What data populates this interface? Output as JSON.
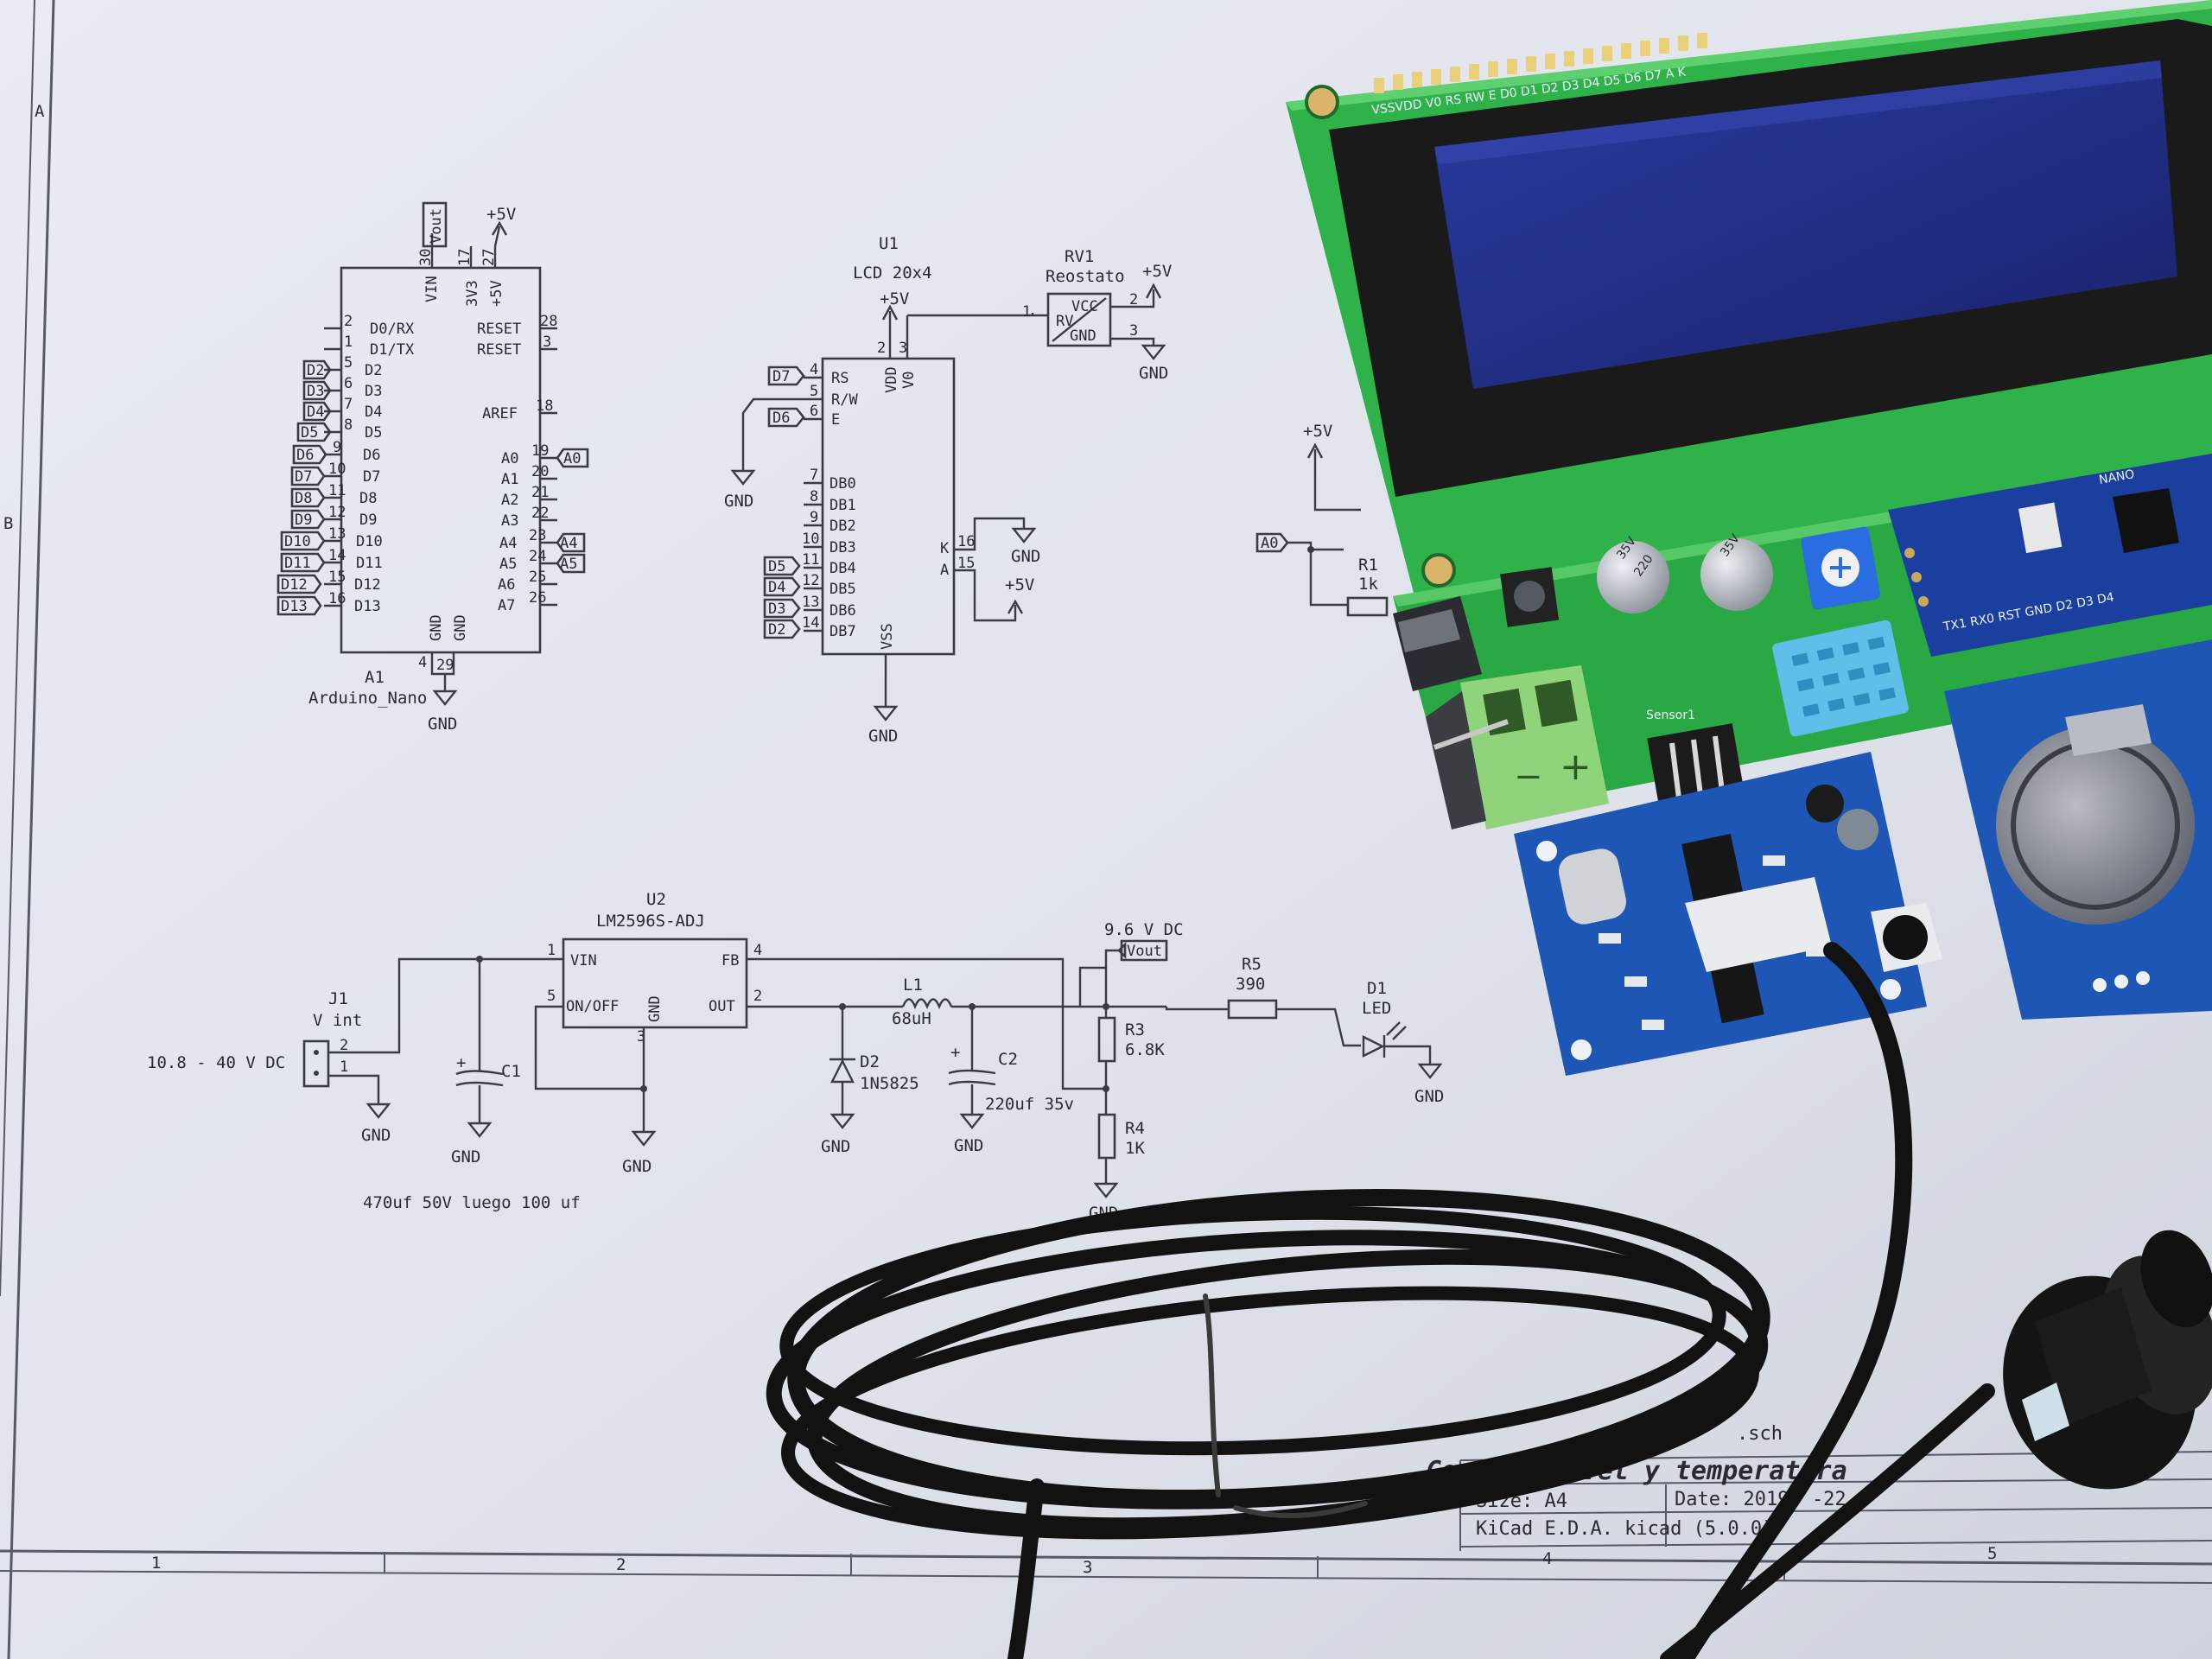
{
  "schematic": {
    "arduino": {
      "ref": "A1",
      "name": "Arduino_Nano",
      "top_pins": [
        "VIN",
        "3V3",
        "+5V"
      ],
      "top_pin_numbers": [
        "30",
        "17",
        "27"
      ],
      "vout_label": "Vout",
      "supply": "+5V",
      "left_pins": [
        "D0/RX",
        "D1/TX",
        "D2",
        "D3",
        "D4",
        "D5",
        "D6",
        "D7",
        "D8",
        "D9",
        "D10",
        "D11",
        "D12",
        "D13"
      ],
      "left_pin_numbers": [
        "2",
        "1",
        "5",
        "6",
        "7",
        "8",
        "9",
        "10",
        "11",
        "12",
        "13",
        "14",
        "15",
        "16"
      ],
      "left_net_tags": [
        "D2",
        "D3",
        "D4",
        "D5",
        "D6",
        "D7",
        "D8",
        "D9",
        "D10",
        "D11",
        "D12",
        "D13"
      ],
      "right_pins": [
        "RESET",
        "RESET",
        "AREF",
        "A0",
        "A1",
        "A2",
        "A3",
        "A4",
        "A5",
        "A6",
        "A7"
      ],
      "right_pin_numbers": [
        "28",
        "3",
        "18",
        "19",
        "20",
        "21",
        "22",
        "23",
        "24",
        "25",
        "26"
      ],
      "right_net_tags": [
        "A0",
        "A4",
        "A5"
      ],
      "bottom_pins": [
        "GND",
        "GND"
      ],
      "bottom_pin_numbers": [
        "4",
        "29"
      ],
      "gnd": "GND"
    },
    "lcd": {
      "ref": "U1",
      "name": "LCD 20x4",
      "supply": "+5V",
      "top_pins": [
        "VDD",
        "V0"
      ],
      "top_pin_numbers": [
        "2",
        "3"
      ],
      "left_pins": [
        "RS",
        "R/W",
        "E",
        "DB0",
        "DB1",
        "DB2",
        "DB3",
        "DB4",
        "DB5",
        "DB6",
        "DB7"
      ],
      "left_pin_numbers": [
        "4",
        "5",
        "6",
        "7",
        "8",
        "9",
        "10",
        "11",
        "12",
        "13",
        "14"
      ],
      "left_net_tags": [
        "D7",
        "D6",
        "D5",
        "D4",
        "D3",
        "D2"
      ],
      "right_pins": [
        "K",
        "A"
      ],
      "right_pin_numbers": [
        "16",
        "15"
      ],
      "bottom_pin": "VSS",
      "gnd": "GND",
      "backlight_supply": "+5V"
    },
    "rv1": {
      "ref": "RV1",
      "name": "Reostato",
      "pins": [
        "VCC",
        "RV",
        "GND"
      ],
      "pin_numbers": [
        "1",
        "2",
        "3"
      ],
      "supply": "+5V",
      "gnd": "GND"
    },
    "regulator": {
      "ref": "U2",
      "name": "LM2596S-ADJ",
      "pins": [
        "VIN",
        "FB",
        "ON/OFF",
        "OUT",
        "GND"
      ],
      "pin_numbers": [
        "1",
        "4",
        "5",
        "2",
        "3"
      ],
      "j1_ref": "J1",
      "j1_name": "V int",
      "input_range": "10.8 - 40 V DC",
      "c1": "C1",
      "c1_note": "470uf 50V luego 100 uf",
      "l1": "L1",
      "l1_value": "68uH",
      "d2": "D2",
      "d2_value": "1N5825",
      "c2": "C2",
      "c2_value": "220uf 35v",
      "output_voltage": "9.6 V DC",
      "vout_tag": "Vout",
      "r3": "R3",
      "r3_value": "6.8K",
      "r4": "R4",
      "r4_value": "1K",
      "r5": "R5",
      "r5_value": "390",
      "d1": "D1",
      "d1_value": "LED",
      "gnd": "GND"
    },
    "partial": {
      "supply": "+5V",
      "a0_tag": "A0",
      "r1": "R1",
      "r1_value": "1k"
    },
    "title_block": {
      "title": "Control Nivel y temperatura",
      "size": "Size: A4",
      "date": "Date: 2019-  -22",
      "tool": "KiCad E.D.A.  kicad (5.0.0)",
      "file": ".sch",
      "columns": [
        "1",
        "2",
        "3",
        "4",
        "5"
      ],
      "rows": [
        "A",
        "B"
      ]
    }
  },
  "hardware": {
    "lcd_header_pins": "VSSVDD V0 RS RW E  D0 D1 D2 D3 D4 D5 D6 D7 A  K",
    "nano_label": "NANO",
    "nano_pins": "TX1 RX0 RST GND D2 D3 D4",
    "cap_rating": "35V",
    "cap_value": "220",
    "sensor_label": "Sensor1",
    "terminal_minus": "−",
    "terminal_plus": "+"
  },
  "colors": {
    "paper": "#e3e6ee",
    "ink": "#3b3b44",
    "pcb_green": "#2fb24a",
    "lcd_blue": "#1f2f8a",
    "pcb_blue": "#1a56b8",
    "terminal_green": "#8fd47a",
    "cable": "#121212"
  }
}
